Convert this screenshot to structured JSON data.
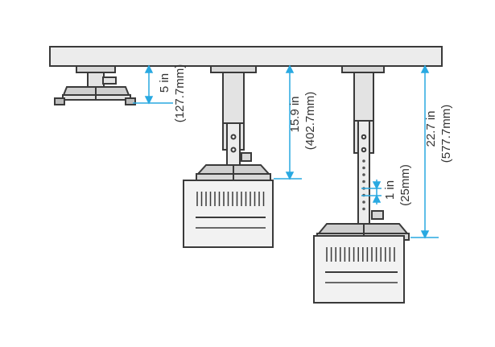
{
  "colors": {
    "accent": "#29a9e1",
    "outline": "#3a3a3a",
    "fill_light": "#ececec",
    "fill_mid": "#cfcfcf"
  },
  "dimensions": {
    "short_drop": {
      "imperial": "5 in",
      "metric": "(127.7mm)"
    },
    "medium_drop": {
      "imperial": "15.9 in",
      "metric": "(402.7mm)"
    },
    "long_drop": {
      "imperial": "22.7 in",
      "metric": "(577.7mm)"
    },
    "hole_spacing": {
      "imperial": "1 in",
      "metric": "(25mm)"
    }
  }
}
